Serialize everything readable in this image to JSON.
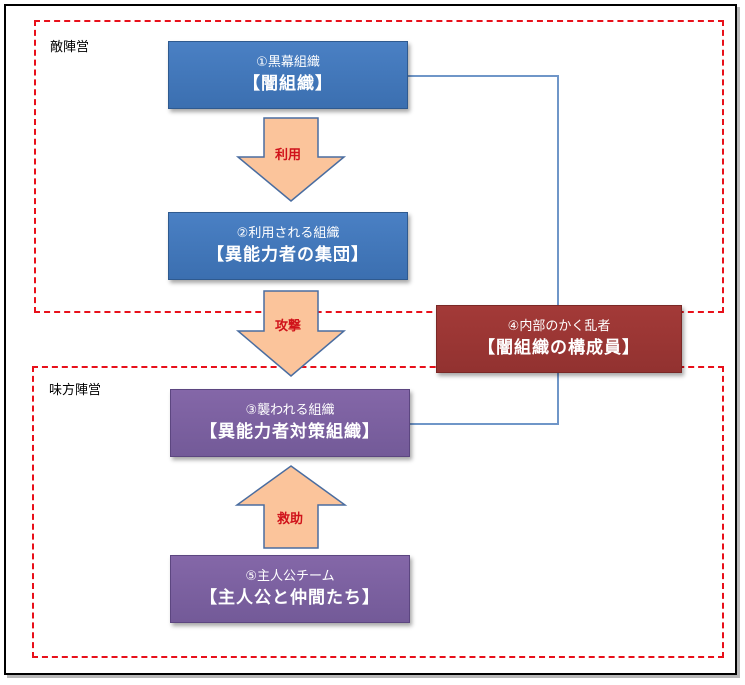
{
  "zones": {
    "enemy": {
      "label": "敵陣営"
    },
    "ally": {
      "label": "味方陣営"
    }
  },
  "nodes": {
    "dark_org": {
      "sub": "①黒幕組織",
      "main": "【闇組織】"
    },
    "used_org": {
      "sub": "②利用される組織",
      "main": "【異能力者の集団】"
    },
    "attacked_org": {
      "sub": "③襲われる組織",
      "main": "【異能力者対策組織】"
    },
    "insider": {
      "sub": "④内部のかく乱者",
      "main": "【闇組織の構成員】"
    },
    "heroes": {
      "sub": "⑤主人公チーム",
      "main": "【主人公と仲間たち】"
    }
  },
  "arrows": {
    "use": "利用",
    "attack": "攻撃",
    "rescue": "救助"
  },
  "colors": {
    "blue": "#4a80c4",
    "purple": "#8467a8",
    "dark_red": "#a33a38",
    "arrow_fill": "#fbc49b",
    "arrow_stroke": "#4a6da0",
    "connector": "#6f96c8",
    "dashed_border": "#e8101a",
    "arrow_label": "#d0121a"
  }
}
